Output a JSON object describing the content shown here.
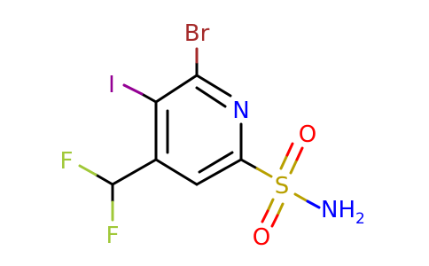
{
  "molecule": {
    "atoms": {
      "br": {
        "label": "Br",
        "color": "#a52a2a"
      },
      "i": {
        "label": "I",
        "color": "#940094"
      },
      "n": {
        "label": "N",
        "color": "#0000ff"
      },
      "f1": {
        "label": "F",
        "color": "#a0c838"
      },
      "f2": {
        "label": "F",
        "color": "#a0c838"
      },
      "s": {
        "label": "S",
        "color": "#b8a000"
      },
      "o1": {
        "label": "O",
        "color": "#ff0000"
      },
      "o2": {
        "label": "O",
        "color": "#ff0000"
      },
      "nh2": {
        "label": "NH",
        "subscript": "2",
        "color": "#0000ff"
      }
    },
    "bond_color": "#000000"
  }
}
